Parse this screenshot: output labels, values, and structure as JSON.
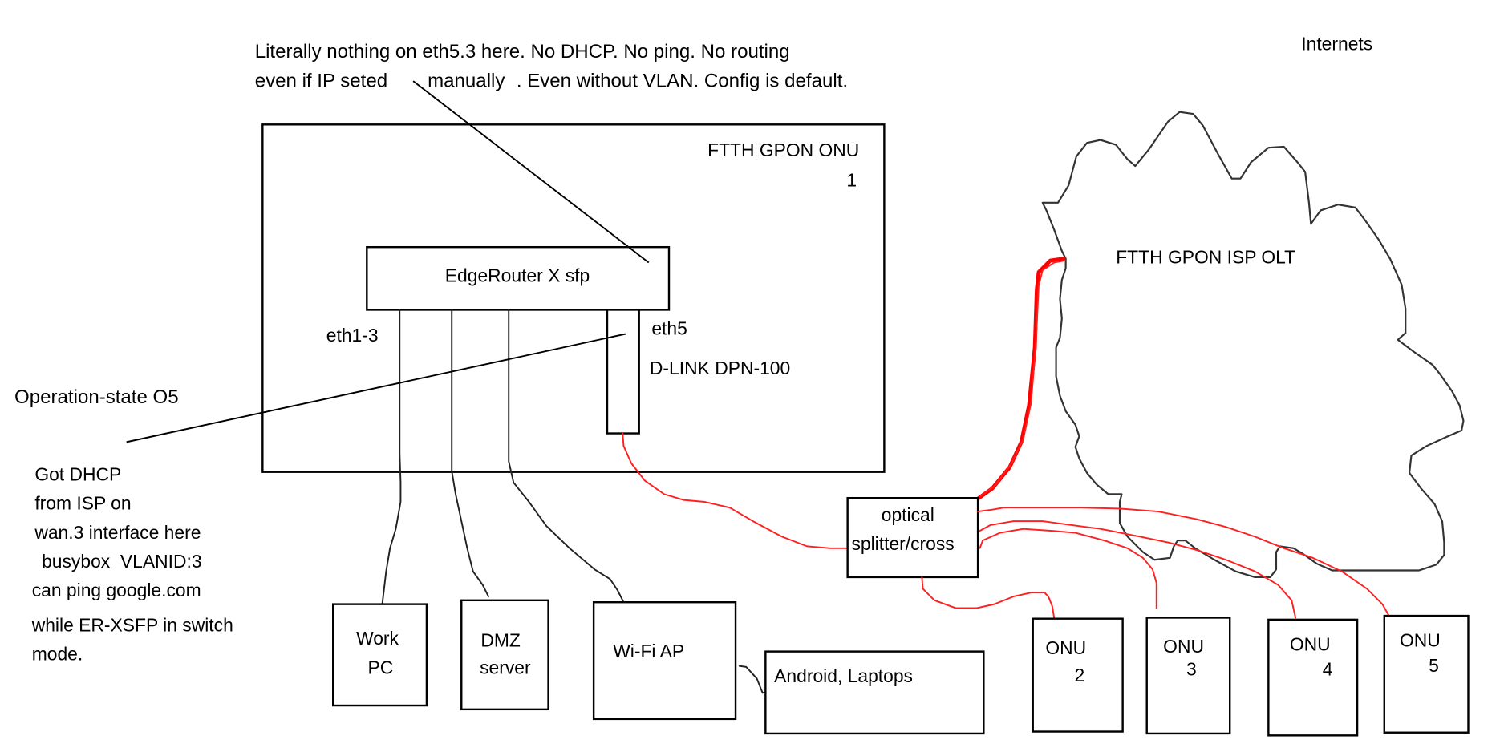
{
  "title": "FTTH GPON network diagram",
  "colors": {
    "fiber": "#ff2020",
    "copper": "#222222",
    "box_stroke": "#000000",
    "background": "#ffffff"
  },
  "annotations": {
    "top_note": {
      "line1": "Literally nothing on eth5.3 here. No DHCP. No ping. No routing",
      "line2a": "even if IP seted",
      "line2b": "manually",
      "line2c": ". Even without VLAN. Config is default."
    },
    "internet_label": "Internets",
    "operation_state": "Operation-state O5",
    "dhcp_note": [
      "Got DHCP",
      "from ISP on",
      "wan.3 interface here",
      " busybox  VLANID:3",
      "can ping google.com",
      "while ER-XSFP in switch",
      "mode."
    ]
  },
  "nodes": {
    "onu1": {
      "label": "FTTH GPON ONU",
      "number": "1"
    },
    "router": {
      "label": "EdgeRouter X sfp"
    },
    "eth_ports_label": "eth1-3",
    "sfp_port_label": "eth5",
    "sfp_module_label": "D-LINK DPN-100",
    "olt": {
      "label": "FTTH  GPON ISP OLT"
    },
    "splitter": {
      "line1": "optical",
      "line2": "splitter/cross"
    },
    "work_pc": {
      "line1": "Work",
      "line2": "PC"
    },
    "dmz_server": {
      "line1": "DMZ",
      "line2": "server"
    },
    "wifi_ap": {
      "label": "Wi-Fi AP"
    },
    "clients": {
      "label": "Android, Laptops"
    },
    "onus": [
      {
        "label": "ONU",
        "number": "2"
      },
      {
        "label": "ONU",
        "number": "3"
      },
      {
        "label": "ONU",
        "number": "4"
      },
      {
        "label": "ONU",
        "number": "5"
      }
    ]
  }
}
